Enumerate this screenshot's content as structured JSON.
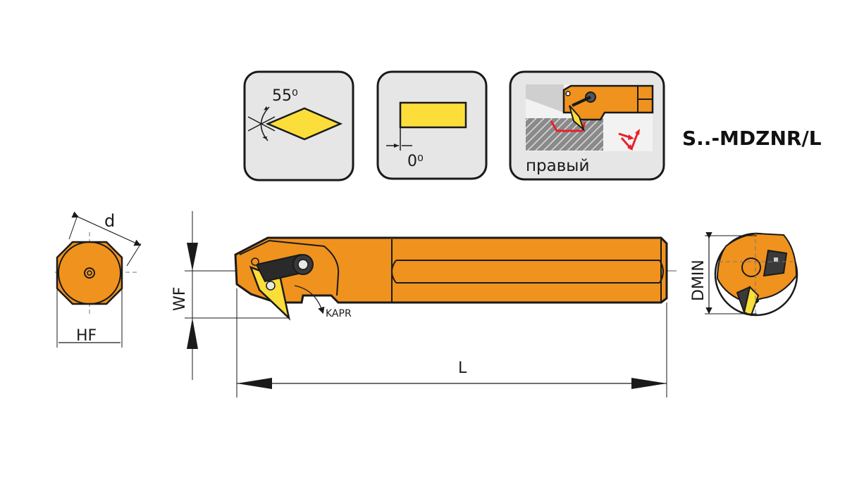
{
  "title": "S..-MDZNR/L",
  "icons": {
    "insert_angle": "55⁰",
    "clearance_angle": "0⁰",
    "hand": "правый"
  },
  "dimensions": {
    "d": "d",
    "hf": "HF",
    "wf": "WF",
    "l": "L",
    "kapr": "KAPR",
    "dmin": "DMIN"
  },
  "colors": {
    "holder": "#F0921E",
    "insert": "#FBDE3A",
    "outline": "#1a1a1a",
    "icon_bg": "#E6E6E6",
    "accent_red": "#E8202A"
  }
}
